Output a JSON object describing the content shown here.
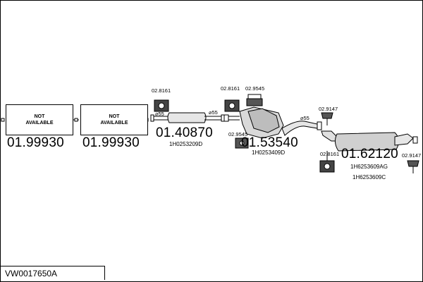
{
  "document_code": "VW0017650A",
  "parts": [
    {
      "number": "01.99930",
      "label_line1": "NOT",
      "label_line2": "AVAILABLE"
    },
    {
      "number": "01.99930",
      "label_line1": "NOT",
      "label_line2": "AVAILABLE"
    },
    {
      "number": "01.40870",
      "oe": "1H0253209D"
    },
    {
      "number": "01.53540",
      "oe": "1H0253409D"
    },
    {
      "number": "01.62120",
      "oe1": "1H6253609AG",
      "oe2": "1H6253609C"
    }
  ],
  "fittings": {
    "f1": "02.8161",
    "f2": "02.8161",
    "f3": "02.9545",
    "f4": "02.9545",
    "f5": "02.9147",
    "f6": "02.8161",
    "f7": "02.9147"
  },
  "diameters": {
    "d1": "⌀55",
    "d2": "⌀55",
    "d3": "⌀55"
  }
}
